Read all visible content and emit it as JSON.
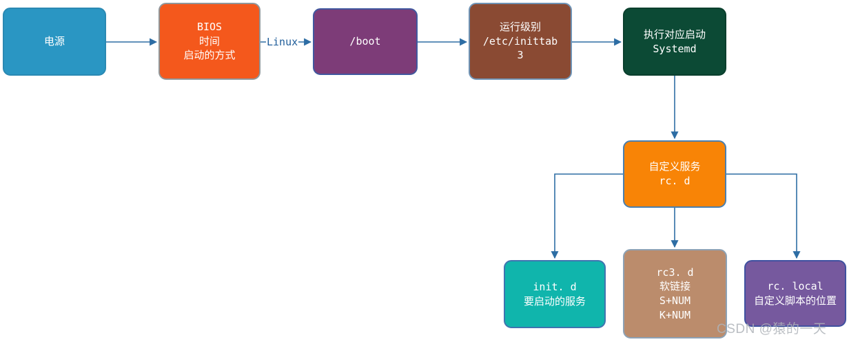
{
  "diagram": {
    "nodes": [
      {
        "id": "power",
        "lines": [
          "电源"
        ],
        "fill": "#2a96c3",
        "border": "#2a89b3"
      },
      {
        "id": "bios",
        "lines": [
          "BIOS",
          "时间",
          "启动的方式"
        ],
        "fill": "#f4581c",
        "border": "#919699"
      },
      {
        "id": "boot",
        "lines": [
          "/boot"
        ],
        "fill": "#7d3c78",
        "border": "#41589f"
      },
      {
        "id": "runlevel",
        "lines": [
          "运行级别",
          "/etc/inittab",
          "3"
        ],
        "fill": "#8a4a33",
        "border": "#6f93b5"
      },
      {
        "id": "systemd",
        "lines": [
          "执行对应启动",
          "Systemd"
        ],
        "fill": "#0c4a35",
        "border": "#0a3f2d"
      },
      {
        "id": "rcd",
        "lines": [
          "自定义服务",
          "rc. d"
        ],
        "fill": "#f88406",
        "border": "#4a7fae"
      },
      {
        "id": "initd",
        "lines": [
          "init. d",
          "要启动的服务"
        ],
        "fill": "#10b5ac",
        "border": "#3f74b0"
      },
      {
        "id": "rc3d",
        "lines": [
          "rc3. d",
          "软链接",
          "S+NUM",
          "K+NUM"
        ],
        "fill": "#bb8c6c",
        "border": "#8da2b5"
      },
      {
        "id": "rclocal",
        "lines": [
          "rc. local",
          "自定义脚本的位置"
        ],
        "fill": "#76599e",
        "border": "#3f51a0"
      }
    ],
    "edge_labels": {
      "bios_to_boot": "Linux"
    },
    "colors": {
      "connector": "#2d6da4",
      "edge_label_text": "#1e5c99",
      "watermark": "rgba(174,179,185,0.85)"
    },
    "watermark": "CSDN @猿的一天"
  }
}
